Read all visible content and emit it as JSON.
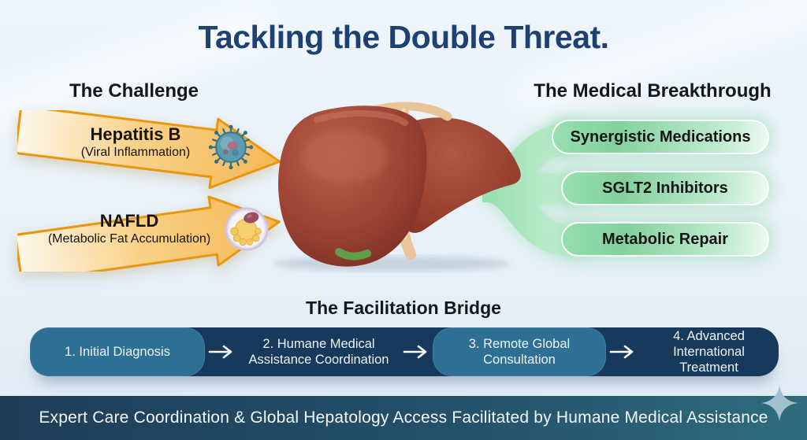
{
  "title": "Tackling the Double Threat.",
  "challenge": {
    "heading": "The Challenge",
    "items": [
      {
        "name": "Hepatitis B",
        "subtitle": "(Viral Inflammation)",
        "icon": "virus-icon"
      },
      {
        "name": "NAFLD",
        "subtitle": "(Metabolic Fat Accumulation)",
        "icon": "fat-cell-icon"
      }
    ]
  },
  "illustration": {
    "name": "liver-illustration",
    "detail": "gallbladder"
  },
  "breakthrough": {
    "heading": "The Medical Breakthrough",
    "items": [
      {
        "label": "Synergistic Medications"
      },
      {
        "label": "SGLT2 Inhibitors"
      },
      {
        "label": "Metabolic Repair"
      }
    ]
  },
  "bridge": {
    "heading": "The Facilitation Bridge",
    "steps": [
      {
        "label": "1. Initial Diagnosis",
        "highlighted": true
      },
      {
        "label": "2. Humane Medical Assistance Coordination",
        "highlighted": false
      },
      {
        "label": "3. Remote Global Consultation",
        "highlighted": true
      },
      {
        "label": "4. Advanced International Treatment",
        "highlighted": false
      }
    ]
  },
  "footer": {
    "text": "Expert Care Coordination & Global Hepatology Access Facilitated by Humane Medical Assistance",
    "icon": "sparkle-icon"
  },
  "colors": {
    "title": "#1d4173",
    "heading": "#14171b",
    "arrow_fill": "#f6bd62",
    "arrow_border": "#e8970e",
    "pill_green": "#8bdaa8",
    "bar_navy": "#16395c",
    "step_highlight": "#2e7094",
    "footer_left": "#1e3d58",
    "footer_right": "#2f6c7e",
    "background": "#e9f1f9"
  }
}
